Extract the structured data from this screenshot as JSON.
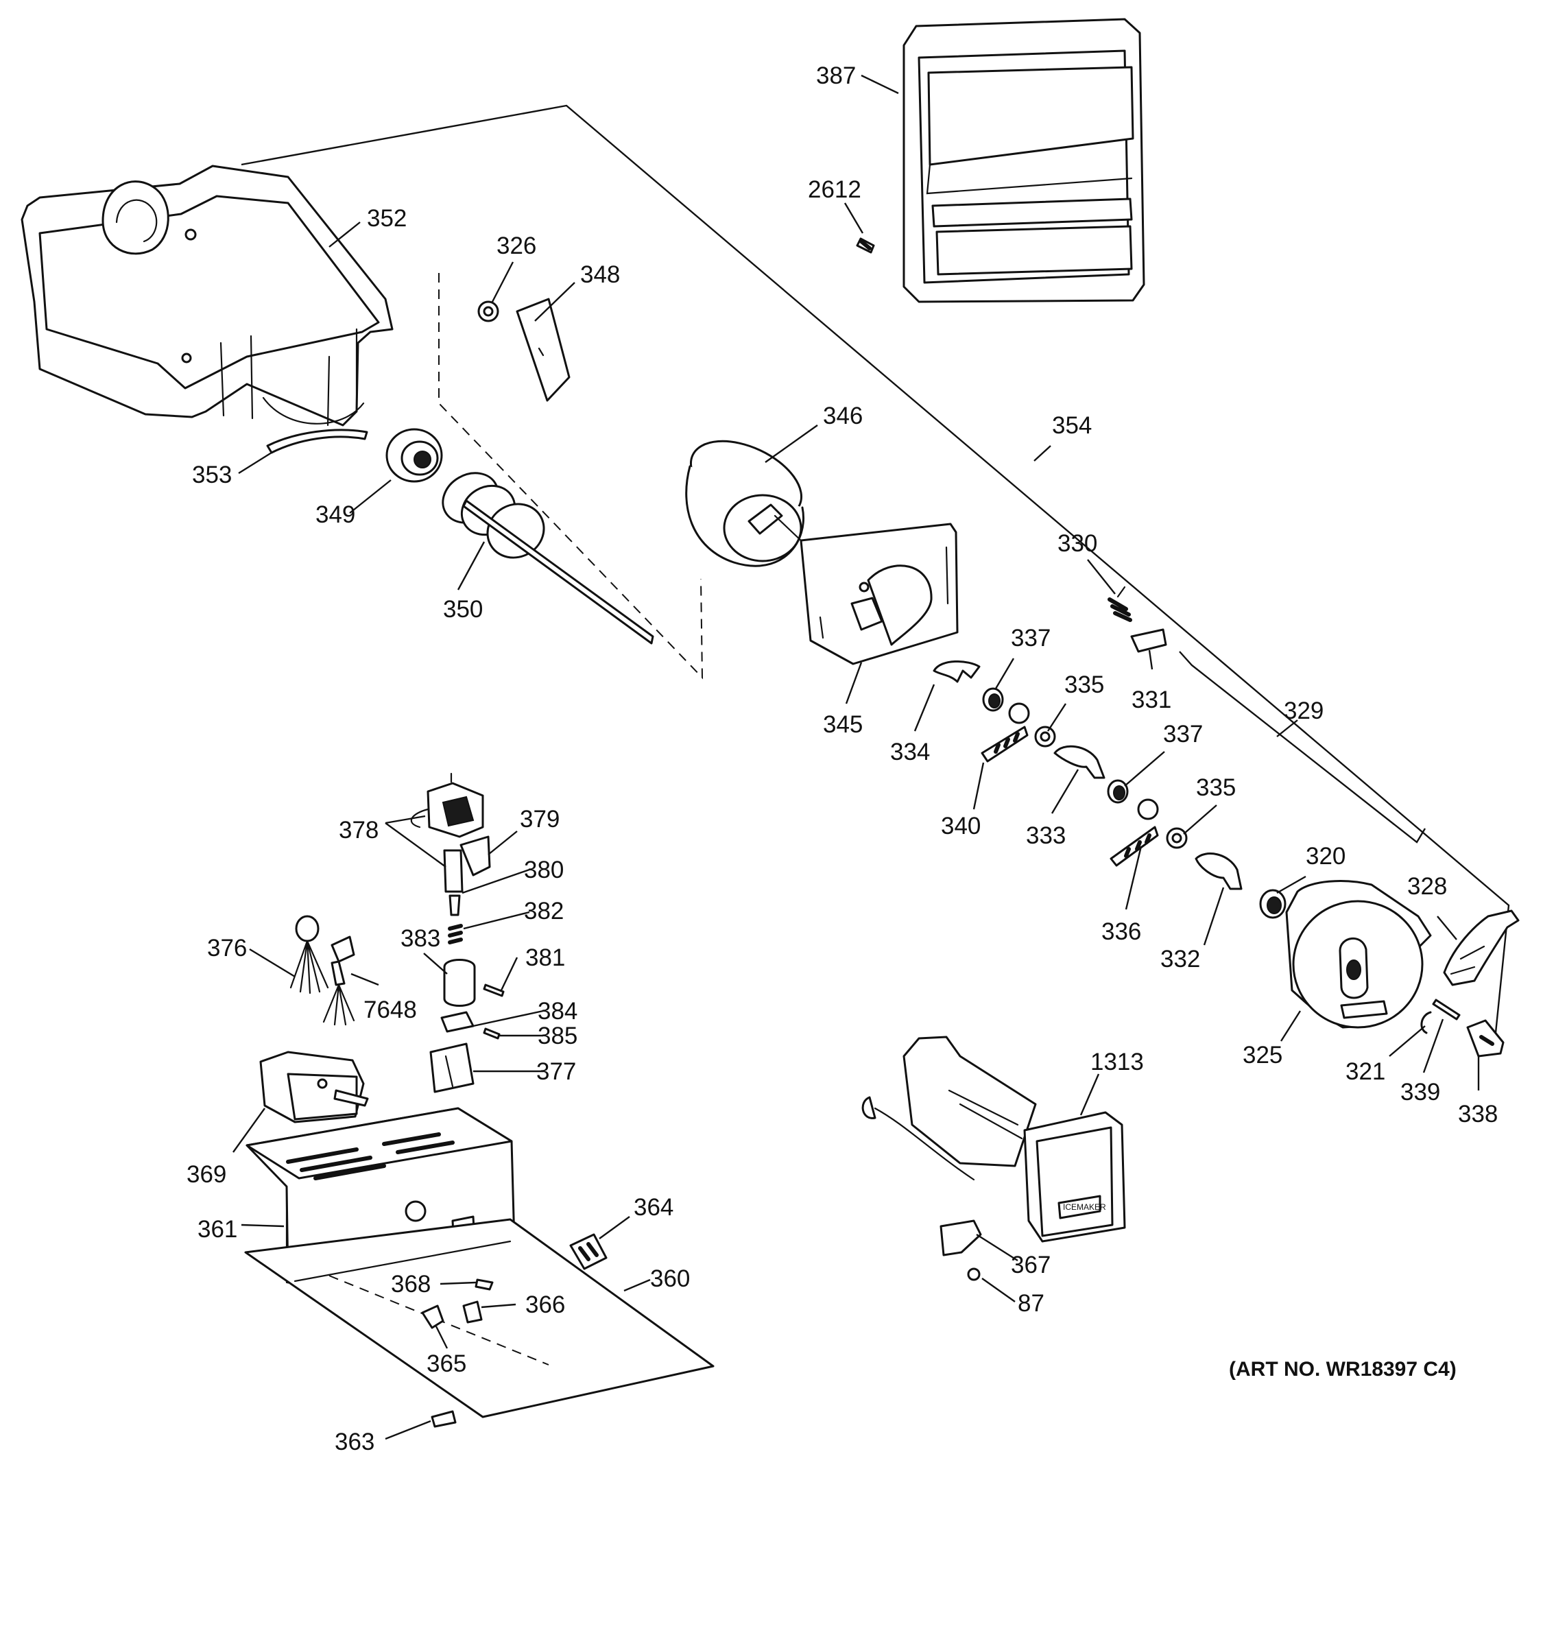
{
  "diagram": {
    "art_number": "(ART NO. WR18397 C4)",
    "module_label": "ICEMAKER",
    "callouts": {
      "c387": "387",
      "c2612": "2612",
      "c352": "352",
      "c326": "326",
      "c348": "348",
      "c346": "346",
      "c354": "354",
      "c353": "353",
      "c349": "349",
      "c350": "350",
      "c330": "330",
      "c337a": "337",
      "c331": "331",
      "c335a": "335",
      "c329": "329",
      "c345": "345",
      "c334": "334",
      "c337b": "337",
      "c340": "340",
      "c333": "333",
      "c335b": "335",
      "c320": "320",
      "c336": "336",
      "c332": "332",
      "c328": "328",
      "c325": "325",
      "c321": "321",
      "c339": "339",
      "c338": "338",
      "c378": "378",
      "c379": "379",
      "c380": "380",
      "c382": "382",
      "c376": "376",
      "c383": "383",
      "c381": "381",
      "c7648": "7648",
      "c384": "384",
      "c385": "385",
      "c377": "377",
      "c369": "369",
      "c361": "361",
      "c364": "364",
      "c368": "368",
      "c360": "360",
      "c366": "366",
      "c365": "365",
      "c363": "363",
      "c1313": "1313",
      "c367": "367",
      "c87": "87"
    }
  }
}
